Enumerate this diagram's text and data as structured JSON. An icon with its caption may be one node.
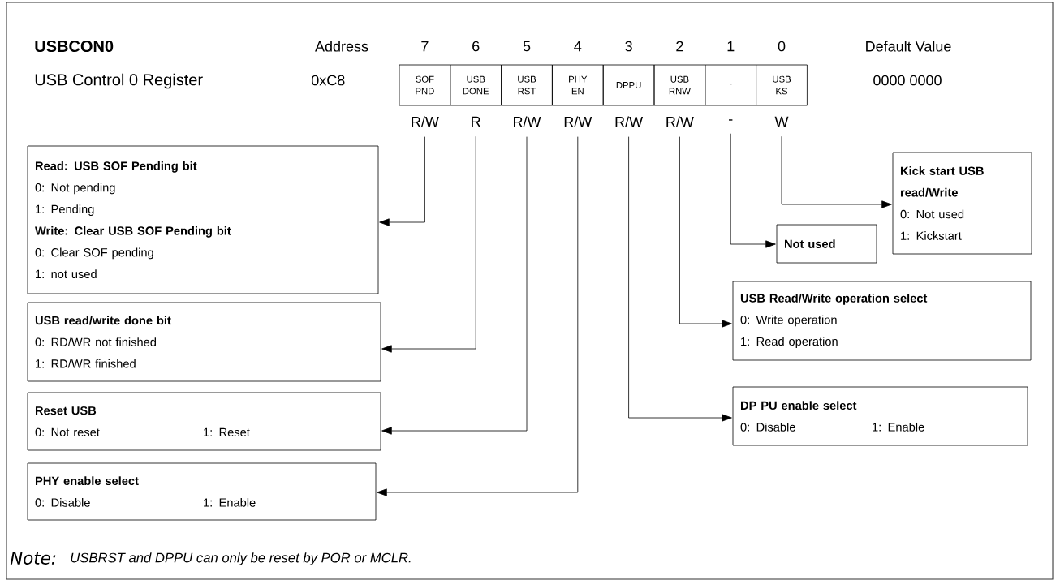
{
  "diagram": {
    "title": "USBCON0",
    "nodes": [
      {
        "text": [
          "SOF PND"
        ]
      },
      {
        "text": [
          "USB DONE"
        ]
      },
      {
        "text": [
          "USB RST"
        ]
      },
      {
        "text": [
          "PHY EN"
        ]
      },
      {
        "text": [
          "DPPU"
        ]
      },
      {
        "text": [
          "USB RNW"
        ]
      },
      {
        "text": [
          "-"
        ]
      },
      {
        "text": [
          "USB KS"
        ]
      },
      {
        "text": [
          "R/W"
        ]
      },
      {
        "text": [
          "R"
        ]
      },
      {
        "text": [
          "R/W"
        ]
      },
      {
        "text": [
          "R/W"
        ]
      },
      {
        "text": [
          "R/W"
        ]
      },
      {
        "text": [
          "R/W"
        ]
      },
      {
        "text": [
          "-"
        ]
      },
      {
        "text": [
          "W"
        ]
      },
      {
        "text": [
          "Read: USB SOF Pending bit",
          "0: Not pending",
          "1: Pending",
          "Write: Clear USB SOF Pending bit",
          "0: Clear SOF pending",
          "1: not used"
        ]
      },
      {
        "text": [
          "USB read/write done bit",
          "0: RD/WR not finished",
          "1: RD/WR finished"
        ]
      },
      {
        "text": [
          "Reset USB",
          "0: Not reset",
          "1: Reset"
        ]
      },
      {
        "text": [
          "PHY enable select",
          "0: Disable",
          "1: Enable"
        ]
      },
      {
        "text": [
          "Kick start USB read/Write",
          "0: Not used",
          "1: Kickstart"
        ]
      },
      {
        "text": [
          "Not used"
        ]
      },
      {
        "text": [
          "USB Read/Write operation select",
          "0: Write operation",
          "1: Read operation"
        ]
      },
      {
        "text": [
          "DP PU enable select",
          "0: Disable",
          "1: Enable"
        ]
      }
    ],
    "edges": [
      {
        "from": 8,
        "to": 16,
        "arrow": "to"
      },
      {
        "from": 9,
        "to": 17,
        "arrow": "to"
      },
      {
        "from": 10,
        "to": 18,
        "arrow": "to"
      },
      {
        "from": 11,
        "to": 19,
        "arrow": "to"
      },
      {
        "from": 12,
        "to": 23,
        "arrow": "to"
      },
      {
        "from": 13,
        "to": 22,
        "arrow": "to"
      },
      {
        "from": 14,
        "to": 21,
        "arrow": "to"
      },
      {
        "from": 15,
        "to": 20,
        "arrow": "to"
      }
    ],
    "labels": [
      "Address",
      "7",
      "6",
      "5",
      "4",
      "3",
      "2",
      "1",
      "0",
      "Default Value",
      "USB Control 0 Register",
      "0xC8",
      "0000 0000",
      "Note:",
      "USBRST and DPPU can only be reset by POR or MCLR."
    ]
  }
}
